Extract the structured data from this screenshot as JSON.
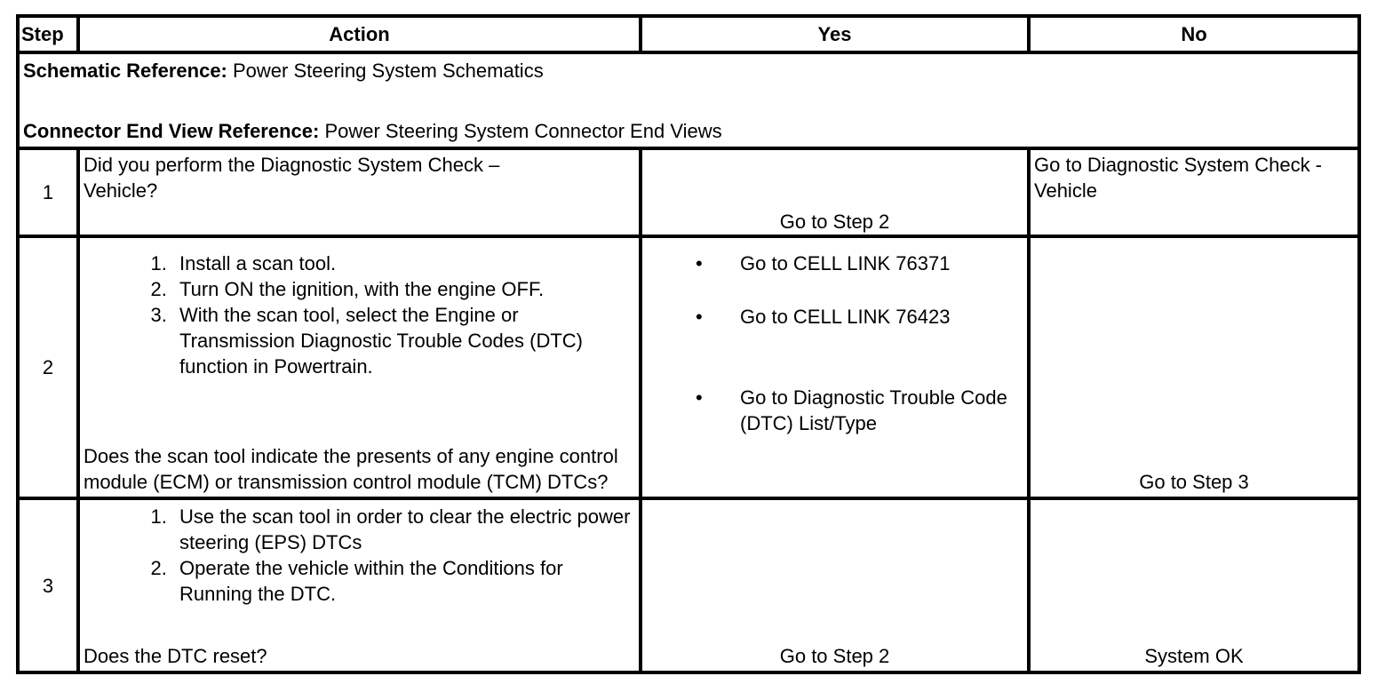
{
  "header": {
    "step": "Step",
    "action": "Action",
    "yes": "Yes",
    "no": "No"
  },
  "references": {
    "schematic_label": "Schematic Reference:",
    "schematic_value": " Power Steering System Schematics",
    "connector_label": "Connector End View Reference:",
    "connector_value": " Power Steering System Connector End Views"
  },
  "rows": [
    {
      "step": "1",
      "action_question": "Did you perform the Diagnostic System Check – Vehicle?",
      "yes": "Go to Step 2",
      "no": "Go to Diagnostic System Check - Vehicle"
    },
    {
      "step": "2",
      "action_steps": [
        "Install a scan tool.",
        "Turn ON the ignition, with the engine OFF.",
        "With the scan tool, select the Engine or Transmission Diagnostic Trouble Codes (DTC) function in Powertrain."
      ],
      "action_question": "Does the scan tool indicate the presents of any engine control module (ECM) or transmission control module (TCM) DTCs?",
      "yes_links": [
        "Go to CELL LINK 76371",
        "Go to CELL LINK 76423",
        "Go to Diagnostic Trouble Code (DTC) List/Type"
      ],
      "no": "Go to Step 3"
    },
    {
      "step": "3",
      "action_steps": [
        "Use the scan tool in order to clear the electric power steering (EPS) DTCs",
        "Operate the vehicle within the Conditions for Running the DTC."
      ],
      "action_question": "Does the DTC reset?",
      "yes": "Go to Step 2",
      "no": "System OK"
    }
  ]
}
